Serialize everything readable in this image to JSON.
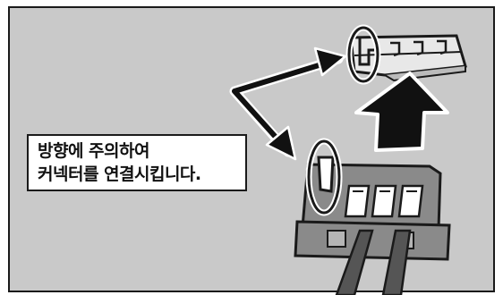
{
  "caption": {
    "line1": "방향에 주의하여",
    "line2": "커넥터를 연결시킵니다."
  },
  "colors": {
    "background": "#c9c9c9",
    "outline": "#1a1a1a",
    "arrow": "#111111",
    "connector_body": "#8a8a8a",
    "socket": "#ffffff",
    "cable": "#555555"
  },
  "icons": {
    "guide_arrows": "double-pointing-arrow",
    "insert_arrow": "up-arrow",
    "orientation_marks": "ellipse-highlight"
  }
}
